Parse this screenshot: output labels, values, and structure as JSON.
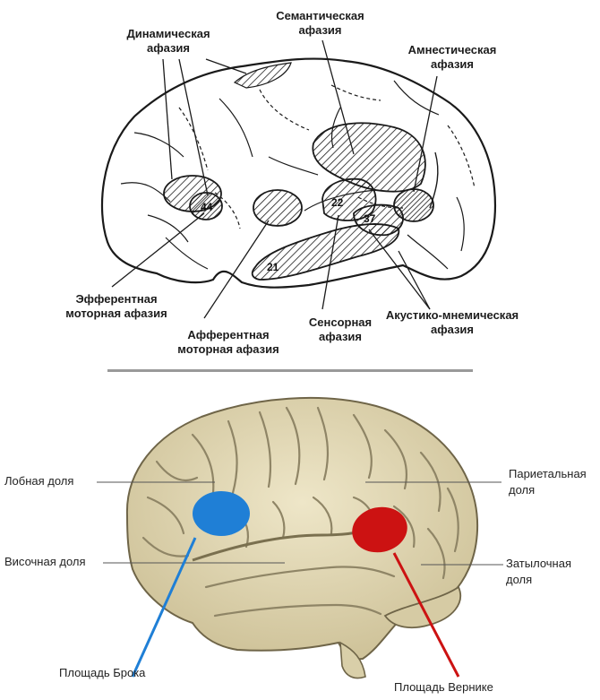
{
  "diagram_top": {
    "labels": {
      "dynamic": "Динамическая\nафазия",
      "semantic": "Семантическая\nафазия",
      "amnestic": "Амнестическая\nафазия",
      "efferent": "Эфферентная\nмоторная афазия",
      "afferent": "Афферентная\nмоторная афазия",
      "sensory": "Сенсорная\nафазия",
      "acoustic": "Акустико-мнемическая\nафазия"
    },
    "area_numbers": {
      "a44": "44",
      "a22": "22",
      "a37": "37",
      "a21": "21"
    }
  },
  "diagram_bottom": {
    "labels": {
      "frontal": "Лобная доля",
      "parietal": "Париетальная\nдоля",
      "temporal": "Височная доля",
      "occipital": "Затылочная\nдоля",
      "broca": "Площадь Брока",
      "wernicke": "Площадь Вернике"
    },
    "colors": {
      "broca": "#1f7fd6",
      "wernicke": "#cc1212",
      "brain_fill": "#ddd4b2",
      "brain_outline": "#6f6548"
    }
  }
}
